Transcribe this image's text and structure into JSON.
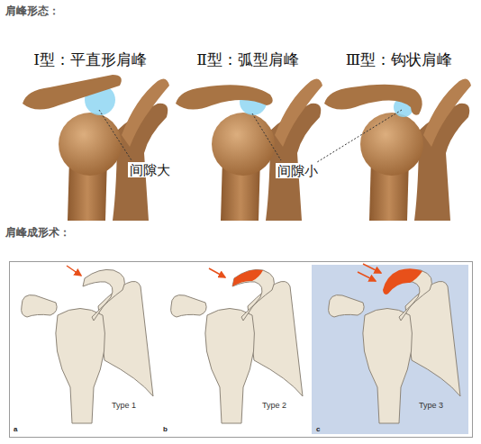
{
  "diagram": {
    "labels": [
      "肩峰形态：",
      "Ⅰ型：平直形肩峰",
      "Ⅱ型：弧型肩峰",
      "Ⅲ型：钩状肩峰",
      "间隙大",
      "间隙小",
      "肩峰成形术：",
      "Type 1",
      "Type 2",
      "Type 3",
      "a",
      "b",
      "c"
    ]
  }
}
